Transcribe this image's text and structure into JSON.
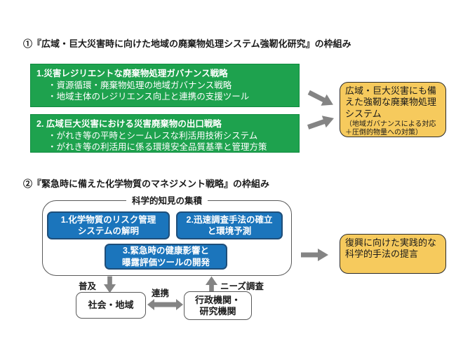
{
  "colors": {
    "green_fill": "#1ea24e",
    "green_border": "#0e8a3e",
    "blue_fill": "#1b75bc",
    "blue_border": "#1f4e79",
    "orange_fill": "#f6ca5d",
    "arrow_gray": "#848484",
    "outline_gray": "#595959"
  },
  "section1": {
    "heading": "①『広域・巨大災害時に向けた地域の廃棄物処理システム強靭化研究』の枠組み",
    "green_boxes": [
      {
        "title": "1.災害レジリエントな廃棄物処理ガバナンス戦略",
        "bullets": [
          "・資源循環・廃棄物処理の地域ガバナンス戦略",
          "・地域主体のレジリエンス向上と連携の支援ツール"
        ]
      },
      {
        "title": "2. 広域巨大災害における災害廃棄物の出口戦略",
        "bullets": [
          "・がれき等の平時とシームレスな利活用技術システム",
          "・がれき等の利活用に係る環境安全品質基準と管理方策"
        ]
      }
    ],
    "outcome": {
      "main": "広域・巨大災害にも備えた強靭な廃棄物処理システム",
      "sub": "（地域ガバナンスによる対応＋圧倒的物量への対策）"
    }
  },
  "section2": {
    "heading": "②『緊急時に備えた化学物質のマネジメント戦略』の枠組み",
    "container_label": "科学的知見の集積",
    "blue_boxes": [
      {
        "line1": "1.化学物質のリスク管理",
        "line2": "システムの解明"
      },
      {
        "line1": "2.迅速調査手法の確立",
        "line2": "と環境予測"
      },
      {
        "line1": "3.緊急時の健康影響と",
        "line2": "曝露評価ツールの開発"
      }
    ],
    "outcome": {
      "main": "復興に向けた実践的な科学的手法の提言"
    },
    "arrow_labels": {
      "dissemination": "普及",
      "collaboration": "連携",
      "needs_survey": "ニーズ調査"
    },
    "bottom_boxes": {
      "society": "社会・地域",
      "agency_line1": "行政機関・",
      "agency_line2": "研究機関"
    }
  }
}
